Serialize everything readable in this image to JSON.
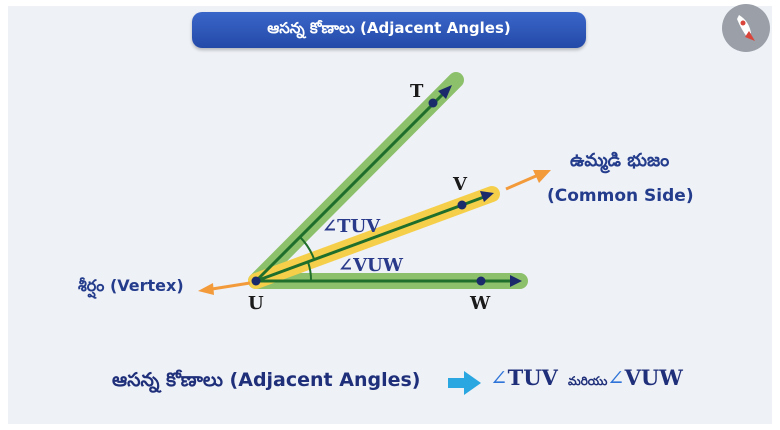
{
  "title": "ఆసన్న కోణాలు (Adjacent Angles)",
  "points": {
    "T": "T",
    "V": "V",
    "U": "U",
    "W": "W"
  },
  "angle_labels": {
    "tuv": "∠TUV",
    "vuw": "∠VUW"
  },
  "common_side": {
    "telugu": "ఉమ్మడి భుజం",
    "english": "(Common Side)"
  },
  "vertex_label": "శీర్షం (Vertex)",
  "bottom": {
    "label": "ఆసన్న కోణాలు (Adjacent Angles)",
    "result_1_symbol": "∠",
    "result_1": "TUV",
    "conjunction": "మరియు",
    "result_2_symbol": "∠",
    "result_2": "VUW"
  },
  "colors": {
    "title_bg": "#2f57b8",
    "ray_highlight_green": "#8cc06a",
    "ray_highlight_yellow": "#f5cf4a",
    "ray_line": "#1f6e2c",
    "orange_arrow": "#f39a3a",
    "label_blue": "#243c8c"
  },
  "icons": {
    "logo": "rocket-logo-icon",
    "result_arrow": "right-arrow-icon"
  }
}
